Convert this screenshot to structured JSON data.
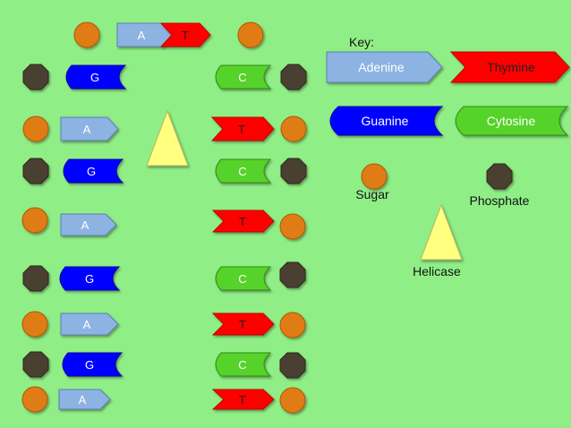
{
  "colors": {
    "background": "#90ee86",
    "adenine": "#8db3e2",
    "thymine": "#ff0000",
    "guanine": "#0000ff",
    "cytosine": "#56d32a",
    "sugar": "#e07b12",
    "phosphate": "#4a4130",
    "helicase": "#ffff80"
  },
  "key": {
    "title": "Key:",
    "adenine": "Adenine",
    "thymine": "Thymine",
    "guanine": "Guanine",
    "cytosine": "Cytosine",
    "sugar": "Sugar",
    "phosphate": "Phosphate",
    "helicase": "Helicase"
  },
  "top_pair": {
    "left": "A",
    "right": "T"
  },
  "left_strand": [
    "G",
    "A",
    "G",
    "A",
    "G",
    "A",
    "G",
    "A"
  ],
  "right_strand": [
    "C",
    "T",
    "C",
    "T",
    "C",
    "T",
    "C",
    "T"
  ]
}
